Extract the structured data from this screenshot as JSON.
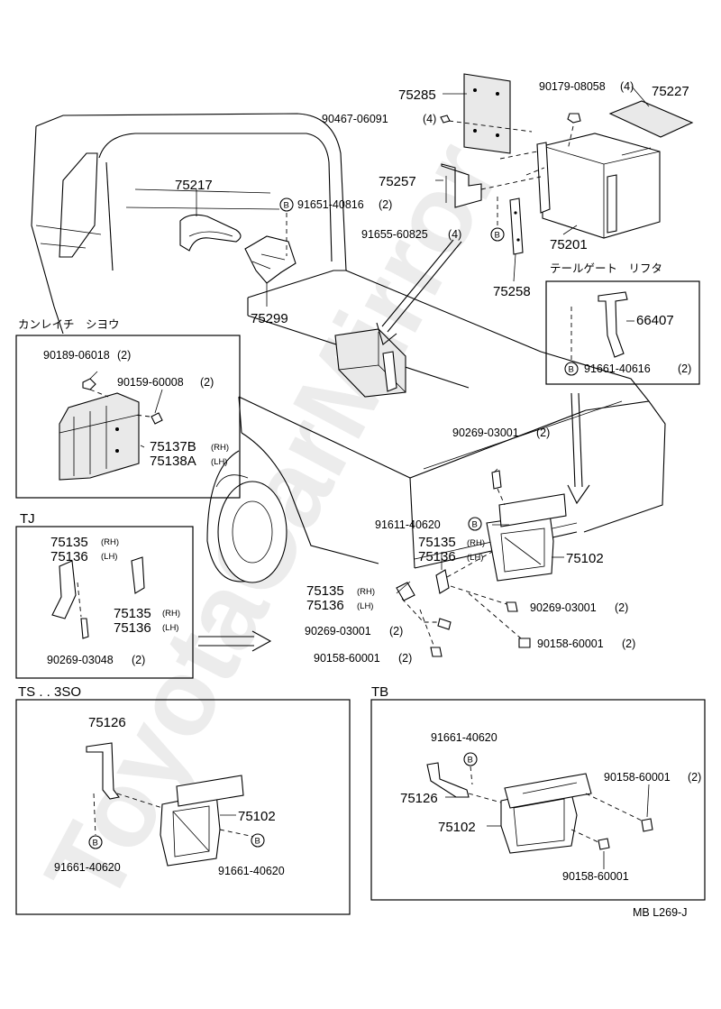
{
  "diagram": {
    "code": "MB L269-J",
    "watermark": "ToyotaCarMirror"
  },
  "main": {
    "p75285": "75285",
    "p90467": "90467-06091",
    "p90467_qty": "(4)",
    "p90179": "90179-08058",
    "p90179_qty": "(4)",
    "p75227": "75227",
    "p75217": "75217",
    "p91651_40816": "91651-40816",
    "p91651_40816_qty": "(2)",
    "p75257": "75257",
    "p91655": "91655-60825",
    "p91655_qty": "(4)",
    "p75201": "75201",
    "jp_tailgate": "テールゲート　リフタ",
    "p75258": "75258",
    "p75299": "75299",
    "jp_cold": "カンレイチ　シヨウ",
    "p66407": "66407",
    "p91661_40616": "91661-40616",
    "p91661_40616_qty": "(2)",
    "p90269_top": "90269-03001",
    "p90269_top_qty": "(2)",
    "p91611": "91611-40620",
    "p75135_r": "75135",
    "p75136_r": "75136",
    "rh": "(RH)",
    "lh": "(LH)",
    "p75102": "75102",
    "p75135_m": "75135",
    "p75136_m": "75136",
    "p90269_right": "90269-03001",
    "p90269_right_qty": "(2)",
    "p90269_mid": "90269-03001",
    "p90269_mid_qty": "(2)",
    "p90158_left": "90158-60001",
    "p90158_left_qty": "(2)",
    "p90158_right": "90158-60001",
    "p90158_right_qty": "(2)"
  },
  "cold_box": {
    "p90189": "90189-06018",
    "p90189_qty": "(2)",
    "p90159": "90159-60008",
    "p90159_qty": "(2)",
    "p75137b": "75137B",
    "p75138a": "75138A",
    "rh": "(RH)",
    "lh": "(LH)"
  },
  "tj": {
    "title": "TJ",
    "p75135_a": "75135",
    "p75136_a": "75136",
    "p75135_b": "75135",
    "p75136_b": "75136",
    "rh": "(RH)",
    "lh": "(LH)",
    "p90269": "90269-03048",
    "p90269_qty": "(2)"
  },
  "ts": {
    "title": "TS . . 3SO",
    "p75126": "75126",
    "p75102": "75102",
    "p91661_a": "91661-40620",
    "p91661_b": "91661-40620"
  },
  "tb": {
    "title": "TB",
    "p91661": "91661-40620",
    "p75126": "75126",
    "p75102": "75102",
    "p90158_a": "90158-60001",
    "p90158_a_qty": "(2)",
    "p90158_b": "90158-60001"
  }
}
